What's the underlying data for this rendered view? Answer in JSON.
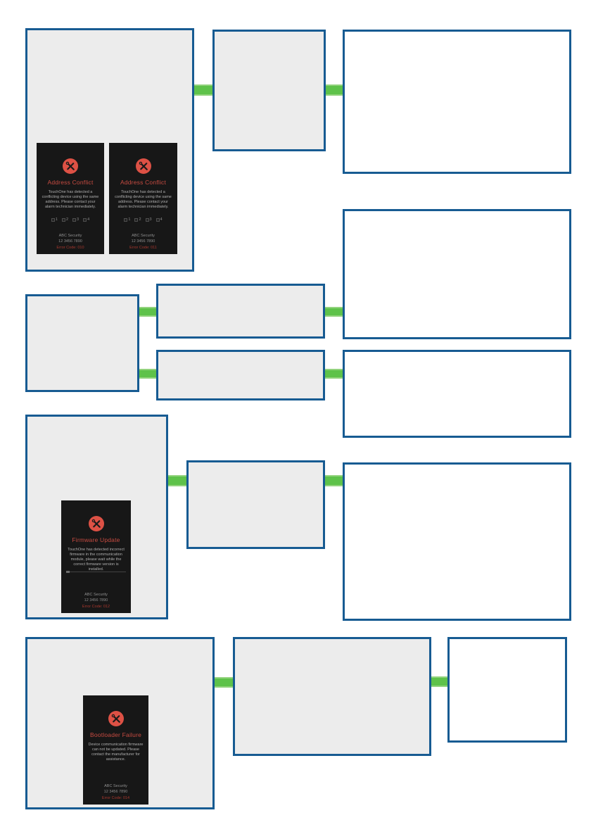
{
  "palette": {
    "frame_border_blue": "#175b92",
    "connector_green": "#5ec24a",
    "frame_gray_fill": "#ececec",
    "frame_white_fill": "#ffffff",
    "phone_background": "#171717",
    "accent_red": "#dd5145",
    "title_red": "#c74b41",
    "error_code_red": "#a8382e"
  },
  "dip": [
    "1",
    "2",
    "3",
    "4"
  ],
  "screens": [
    {
      "id": "address-conflict-1",
      "title": "Address Conflict",
      "body": "TouchOne has detected a conflicting device using the same address. Please contact your alarm technician immediately.",
      "provider": "ABC Security",
      "phone": "12 3456 7890",
      "error_code": "Error Code: 010"
    },
    {
      "id": "address-conflict-2",
      "title": "Address Conflict",
      "body": "TouchOne has detected a conflicting device using the same address. Please contact your alarm technician immediately.",
      "provider": "ABC Security",
      "phone": "12 3456 7890",
      "error_code": "Error Code: 011"
    },
    {
      "id": "firmware-update",
      "title": "Firmware Update",
      "body": "TouchOne has detected incorrect firmware in the communication module, please wait while the correct firmware version is installed.",
      "provider": "ABC Security",
      "phone": "12 3456 7890",
      "error_code": "Error Code: 012"
    },
    {
      "id": "bootloader-failure",
      "title": "Bootloader Failure",
      "body": "Device communication firmware can not be updated. Please contact the manufacturer for assistance.",
      "provider": "ABC Security",
      "phone": "12 3456 7890",
      "error_code": "Error Code: 014"
    }
  ]
}
